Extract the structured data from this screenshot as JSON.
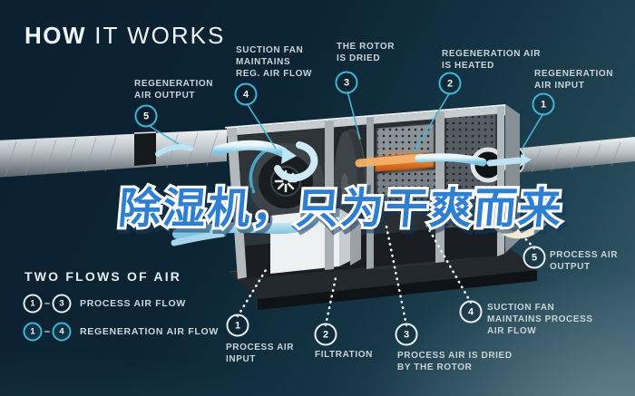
{
  "title": {
    "bold": "HOW",
    "light": "IT WORKS"
  },
  "watermark": {
    "text": "除湿机，只为干爽而来"
  },
  "callouts": [
    {
      "id": "reg-output",
      "num": "5",
      "label": "REGENERATION\nAIR OUTPUT"
    },
    {
      "id": "reg-fan",
      "num": "4",
      "label": "SUCTION FAN\nMAINTAINS\nREG. AIR FLOW"
    },
    {
      "id": "rotor-dried",
      "num": "3",
      "label": "THE ROTOR\nIS DRIED"
    },
    {
      "id": "reg-heated",
      "num": "2",
      "label": "REGENERATION AIR\nIS HEATED"
    },
    {
      "id": "reg-input",
      "num": "1",
      "label": "REGENERATION\nAIR INPUT"
    },
    {
      "id": "proc-output",
      "num": "5",
      "label": "PROCESS AIR\nOUTPUT"
    },
    {
      "id": "proc-fan",
      "num": "4",
      "label": "SUCTION FAN\nMAINTAINS PROCESS\nAIR FLOW"
    },
    {
      "id": "proc-dried",
      "num": "3",
      "label": "PROCESS AIR IS DRIED\nBY THE ROTOR"
    },
    {
      "id": "filtration",
      "num": "2",
      "label": "FILTRATION"
    },
    {
      "id": "proc-input",
      "num": "1",
      "label": "PROCESS AIR\nINPUT"
    }
  ],
  "legend": {
    "title": "TWO FLOWS OF AIR",
    "rows": [
      {
        "from": "1",
        "to": "3",
        "dash": "–",
        "label": "PROCESS AIR FLOW",
        "color": "white"
      },
      {
        "from": "1",
        "to": "4",
        "dash": "–",
        "label": "REGENERATION AIR FLOW",
        "color": "cyan"
      }
    ]
  },
  "colors": {
    "accent_cyan": "#3db5d8",
    "badge_white": "#e9eef0",
    "heater_orange": "#e07a28",
    "watermark_blue": "#2e7fd2",
    "background_navy": "#0c2433"
  }
}
